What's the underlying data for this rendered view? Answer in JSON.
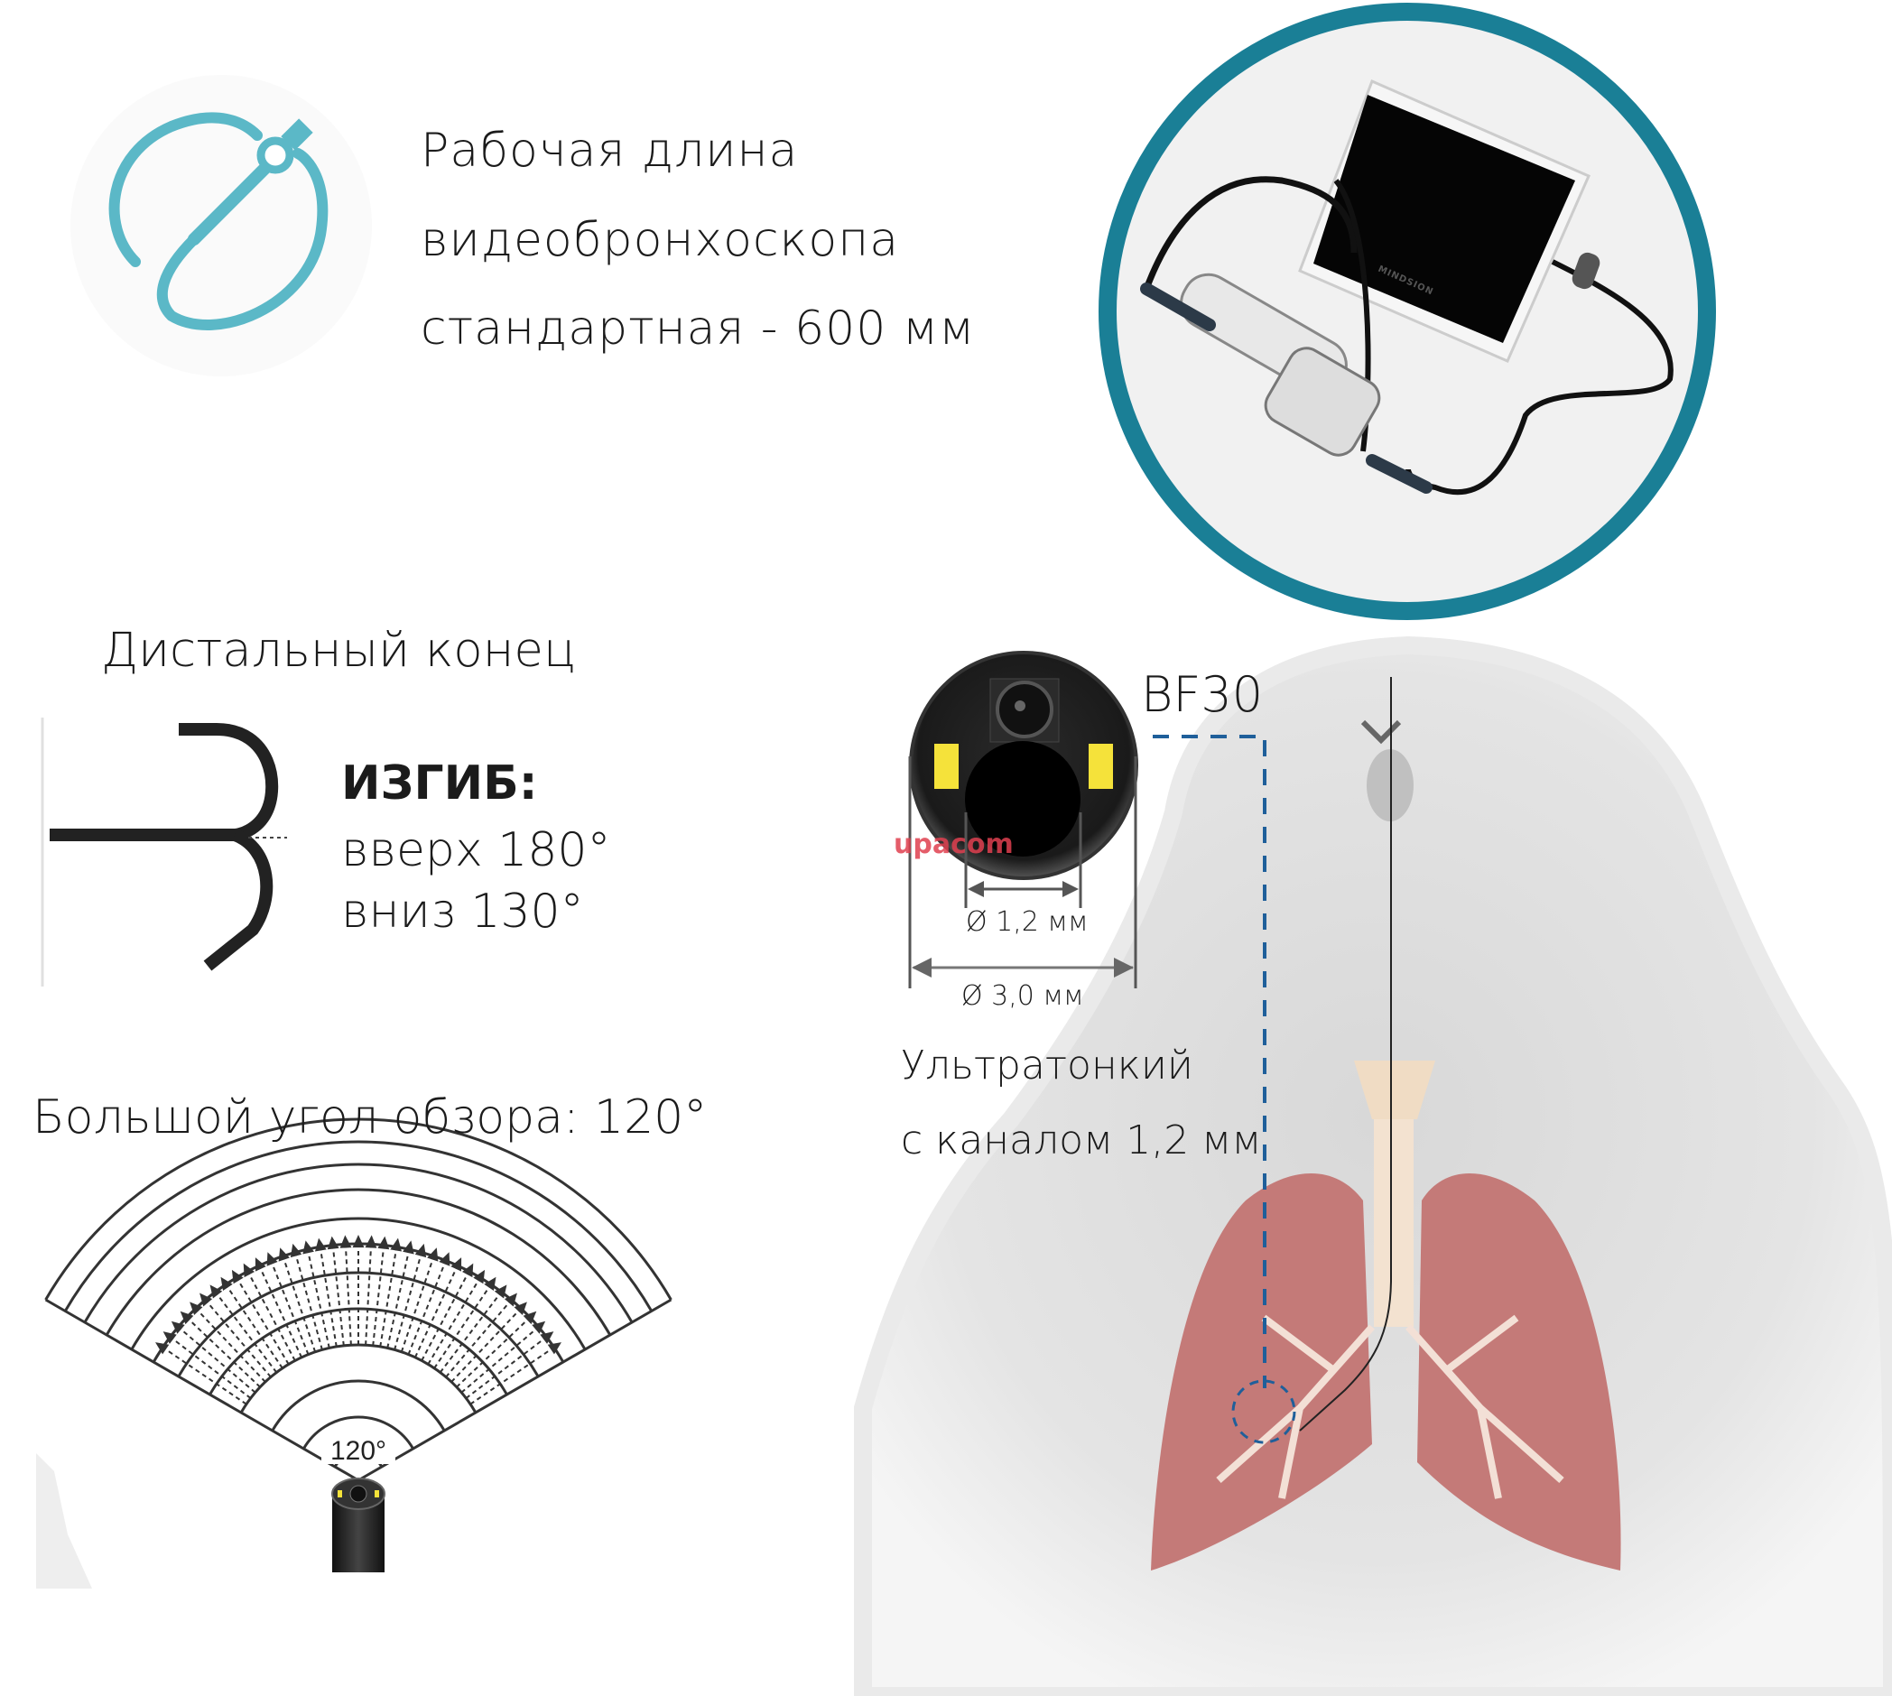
{
  "working_length": {
    "lines": [
      "Рабочая длина",
      "видеобронхоскопа",
      "стандартная - 600 мм"
    ]
  },
  "distal_end": {
    "title": "Дистальный конец",
    "bend_label": "ИЗГИБ:",
    "bend_up": "вверх 180°",
    "bend_down": "вниз 130°"
  },
  "view_angle": {
    "title": "Большой угол обзора: 120°",
    "fan_label": "120°",
    "angle_deg": 120
  },
  "scope_tip": {
    "model": "BF30",
    "channel_diameter": "Ø 1,2 мм",
    "outer_diameter": "Ø 3,0 мм",
    "description_lines": [
      "Ультратонкий",
      "с каналом 1,2 мм"
    ],
    "watermark": "upacom",
    "device_brand": "MINDSION"
  },
  "colors": {
    "accent_teal": "#1a7f96",
    "icon_teal": "#5bb8c7",
    "dashed_blue": "#1f5f9a",
    "lung_pink": "#c47a78"
  }
}
